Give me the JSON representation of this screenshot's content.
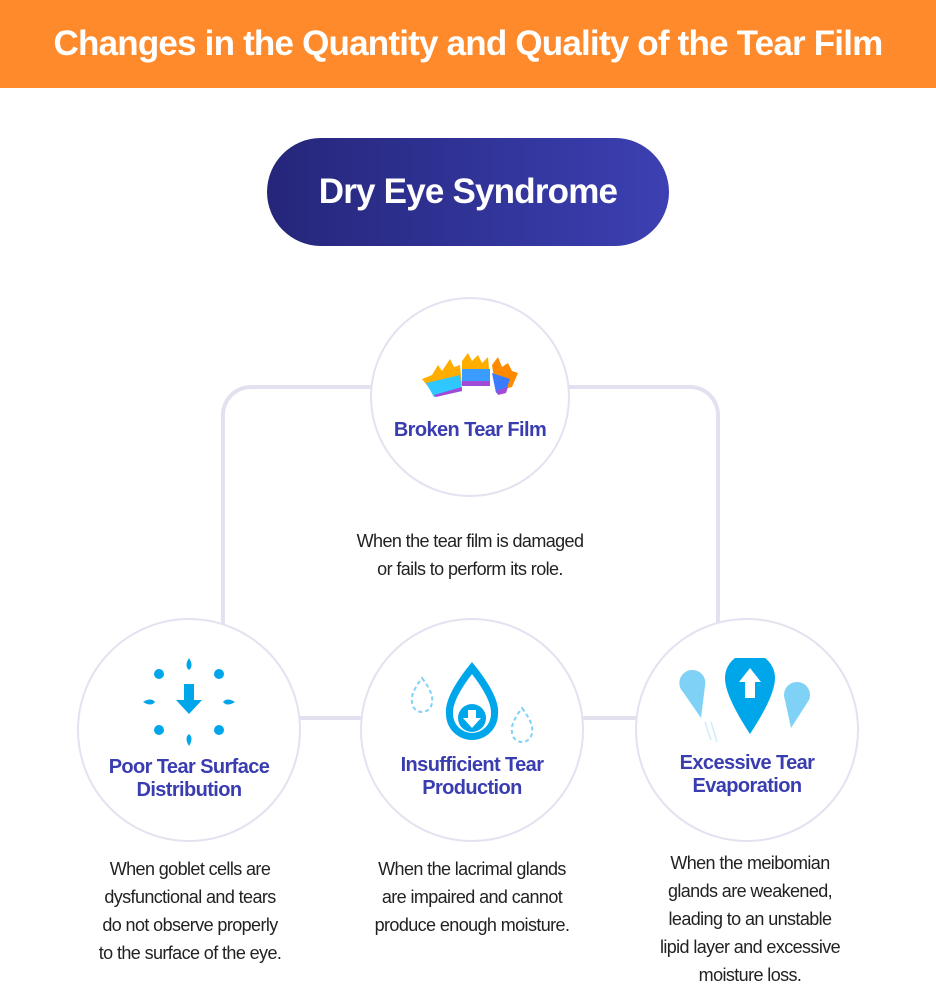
{
  "header": {
    "title": "Changes in the Quantity and Quality of the Tear Film"
  },
  "main_label": "Dry Eye Syndrome",
  "nodes": [
    {
      "title": "Broken Tear Film",
      "icon": "broken-film-icon",
      "description_lines": [
        "When the tear film is damaged",
        "or fails to perform its role."
      ]
    },
    {
      "title_lines": [
        "Poor Tear Surface",
        "Distribution"
      ],
      "icon": "spreading-drops-icon",
      "description_lines": [
        "When goblet cells are",
        "dysfunctional  and tears",
        "do not observe properly",
        "to the surface of the eye."
      ]
    },
    {
      "title_lines": [
        "Insufficient Tear",
        "Production"
      ],
      "icon": "drop-down-arrow-icon",
      "description_lines": [
        "When the lacrimal glands",
        "are impaired and cannot",
        "produce enough moisture."
      ]
    },
    {
      "title_lines": [
        "Excessive Tear",
        "Evaporation"
      ],
      "icon": "drop-up-arrow-icon",
      "description_lines": [
        "When the meibomian",
        "glands are weakened,",
        "leading to an unstable",
        "lipid layer and excessive",
        "moisture loss."
      ]
    }
  ],
  "colors": {
    "header": "#ff8a2b",
    "title": "#3a3db0",
    "drop": "#00a6ea",
    "drop_light": "#7fd1f5"
  }
}
